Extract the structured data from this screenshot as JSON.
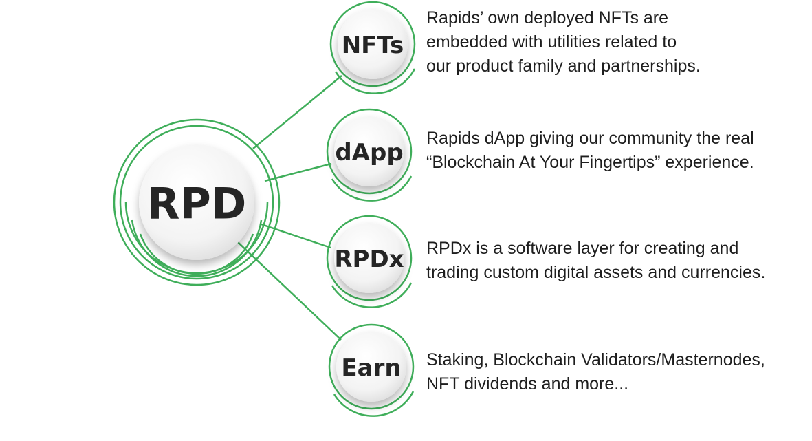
{
  "hub": {
    "label": "RPD"
  },
  "nodes": [
    {
      "label": "NFTs",
      "description": [
        "Rapids’ own deployed NFTs are",
        "embedded with utilities related to",
        "our product family and partnerships."
      ]
    },
    {
      "label": "dApp",
      "description": [
        "Rapids dApp giving our community the real",
        "“Blockchain At Your Fingertips” experience."
      ]
    },
    {
      "label": "RPDx",
      "description": [
        "RPDx is a software layer for creating and",
        "trading custom digital assets and currencies."
      ]
    },
    {
      "label": "Earn",
      "description": [
        "Staking, Blockchain Validators/Masternodes,",
        "NFT dividends and more..."
      ]
    }
  ],
  "colors": {
    "accent": "#3fae5a",
    "text": "#1e1e1e",
    "node_fill": "#f4f4f4"
  }
}
